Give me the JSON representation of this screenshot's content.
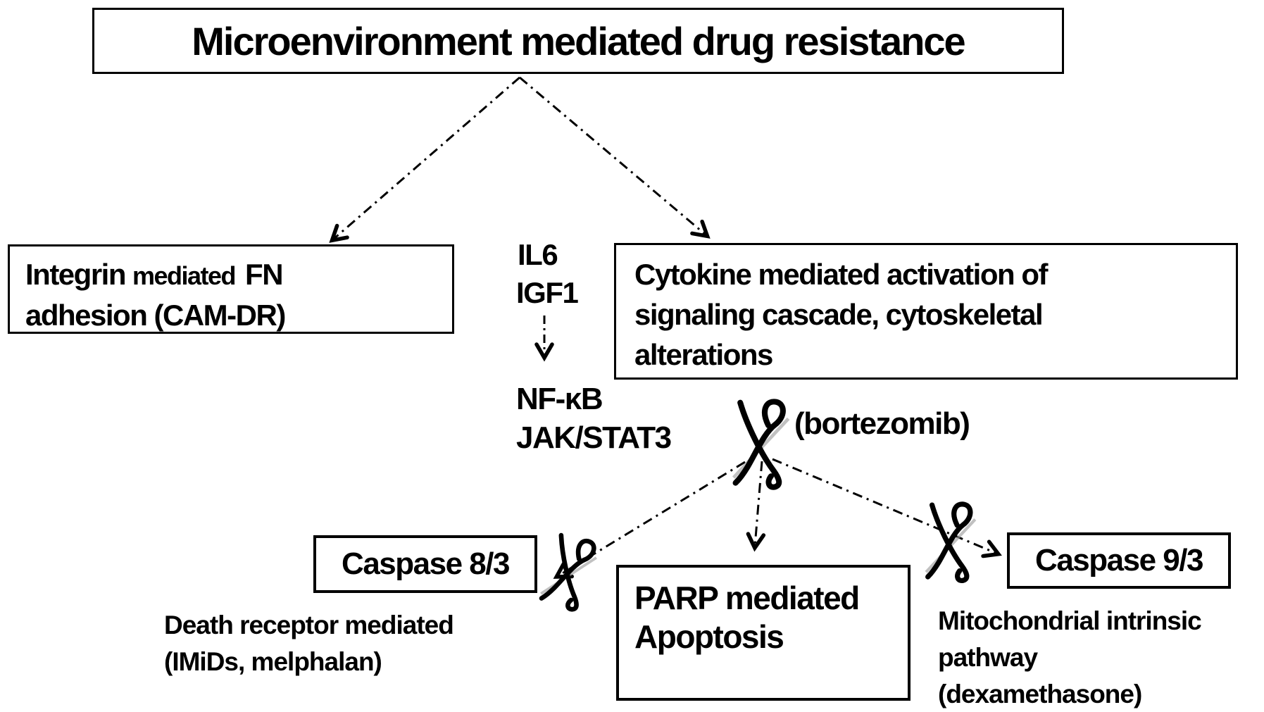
{
  "title": "Microenvironment mediated drug resistance",
  "integrin_box": {
    "line1_lead": "Integrin",
    "line1_mid": "mediated",
    "line1_end": "FN",
    "line2": "adhesion (CAM-DR)"
  },
  "cytokine_box": {
    "line1": "Cytokine mediated activation of",
    "line2": "signaling cascade, cytoskeletal",
    "line3": "alterations"
  },
  "mediators": {
    "il6": "IL6",
    "igf1": "IGF1"
  },
  "effectors": {
    "nfkb": "NF-κB",
    "jakstat3": "JAK/STAT3"
  },
  "drug_label": "(bortezomib)",
  "caspase_8_3_box": "Caspase 8/3",
  "parp_box": {
    "line1": "PARP mediated",
    "line2": "Apoptosis"
  },
  "caspase_9_3_box": "Caspase 9/3",
  "death_receptor_note": {
    "line1": "Death receptor mediated",
    "line2": "(IMiDs, melphalan)"
  },
  "mitochondrial_note": {
    "line1": "Mitochondrial intrinsic",
    "line2": "pathway",
    "line3": "(dexamethasone)"
  },
  "icons": {
    "scissors": "scissors-cut-icon"
  },
  "colors": {
    "ink": "#000000",
    "background": "#ffffff",
    "scissors_slash_gray": "#a0a0a0"
  }
}
